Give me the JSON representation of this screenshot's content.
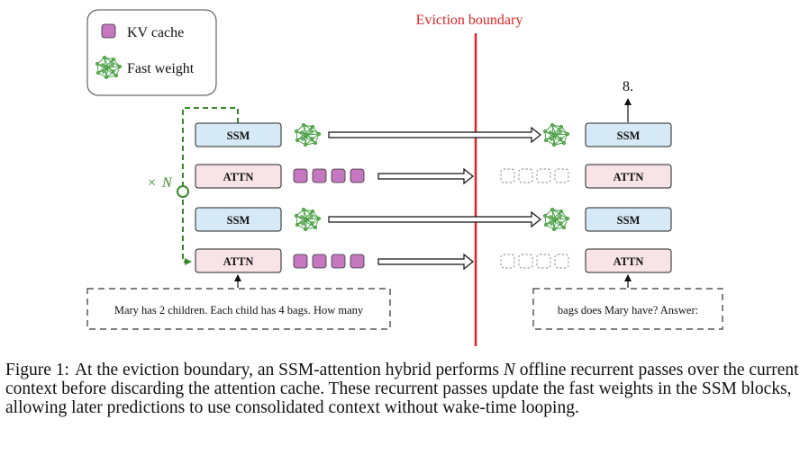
{
  "legend": {
    "kv_cache_label": "KV cache",
    "fast_weight_label": "Fast weight"
  },
  "boundary_label": "Eviction boundary",
  "loop_label_x": "×",
  "loop_label_n": "N",
  "output_token": "8.",
  "left_blocks": [
    "SSM",
    "ATTN",
    "SSM",
    "ATTN"
  ],
  "right_blocks": [
    "SSM",
    "ATTN",
    "SSM",
    "ATTN"
  ],
  "left_prompt": "Mary has 2 children. Each child has 4 bags. How many",
  "right_prompt": "bags does Mary have? Answer:",
  "caption": {
    "label": "Figure 1:",
    "before_n": "At the eviction boundary, an SSM-attention hybrid performs",
    "n": "N",
    "after_n": "offline recurrent passes over the current context before discarding the attention cache. These recurrent passes update the fast weights in the SSM blocks, allowing later predictions to use consolidated context without wake-time looping."
  },
  "colors": {
    "ssm_fill": "#d6e9f6",
    "attn_fill": "#f8e3e6",
    "kv_fill": "#c578c0",
    "boundary": "#e02424",
    "loop": "#3a8a2a",
    "network": "#3c9a3a"
  }
}
